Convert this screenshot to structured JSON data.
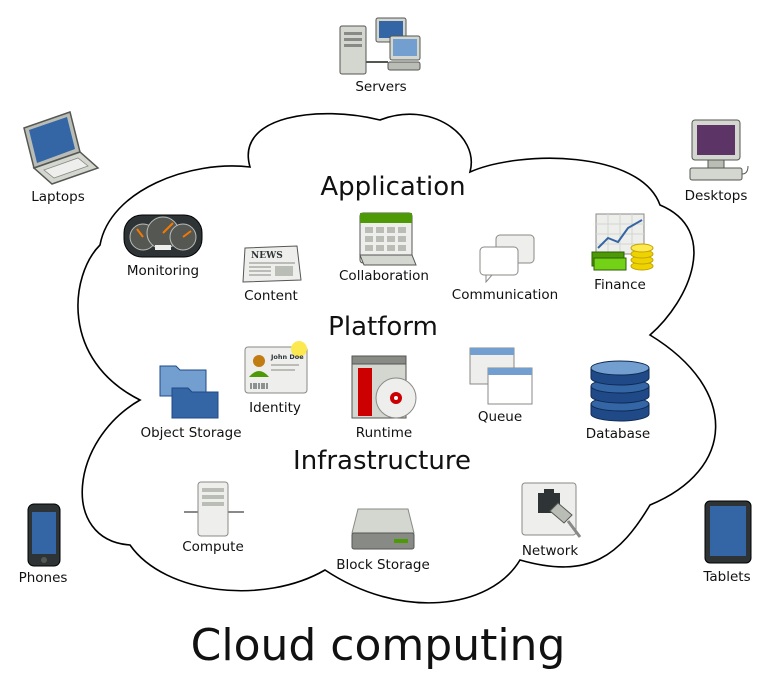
{
  "title": "Cloud computing",
  "sections": {
    "application": "Application",
    "platform": "Platform",
    "infrastructure": "Infrastructure"
  },
  "devices": {
    "servers": "Servers",
    "laptops": "Laptops",
    "desktops": "Desktops",
    "phones": "Phones",
    "tablets": "Tablets"
  },
  "services": {
    "monitoring": "Monitoring",
    "content": "Content",
    "collaboration": "Collaboration",
    "communication": "Communication",
    "finance": "Finance",
    "identity": "Identity",
    "object_storage": "Object Storage",
    "runtime": "Runtime",
    "queue": "Queue",
    "database": "Database",
    "compute": "Compute",
    "block_storage": "Block Storage",
    "network": "Network"
  },
  "icon_text": {
    "news": "NEWS",
    "john_doe": "John Doe"
  },
  "colors": {
    "cloud_stroke": "#000000",
    "blue": "#3465a4",
    "green": "#4e9a06",
    "gold": "#edd400",
    "red": "#cc0000",
    "gray": "#888a85"
  }
}
